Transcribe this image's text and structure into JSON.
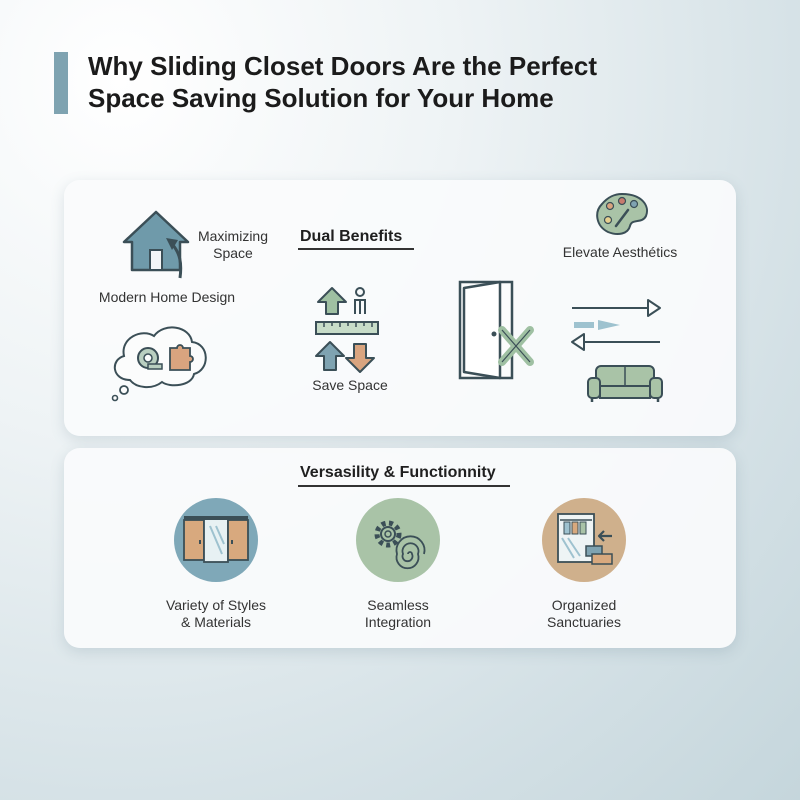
{
  "header": {
    "title_line1": "Why Sliding Closet Doors Are the Perfect",
    "title_line2": "Space Saving Solution for Your Home"
  },
  "dual_benefits": {
    "heading": "Dual Benefits",
    "maximizing_line1": "Maximizing",
    "maximizing_line2": "Space",
    "modern_home": "Modern Home Design",
    "save_space": "Save Space",
    "elevate": "Elevate Aesthétics"
  },
  "versatility": {
    "heading": "Versasility & Functionnity",
    "items": [
      {
        "line1": "Variety of Styles",
        "line2": "& Materials",
        "icon": "sliding-panels-icon",
        "color": "#7fa8b8"
      },
      {
        "line1": "Seamless",
        "line2": "Integration",
        "icon": "gear-spiral-icon",
        "color": "#a9c3a7"
      },
      {
        "line1": "Organized",
        "line2": "Sanctuaries",
        "icon": "organized-closet-icon",
        "color": "#cfb08c"
      }
    ]
  },
  "colors": {
    "accent_blue": "#7fa3b1",
    "accent_green": "#9fc0a2",
    "accent_orange": "#d9a47f"
  }
}
